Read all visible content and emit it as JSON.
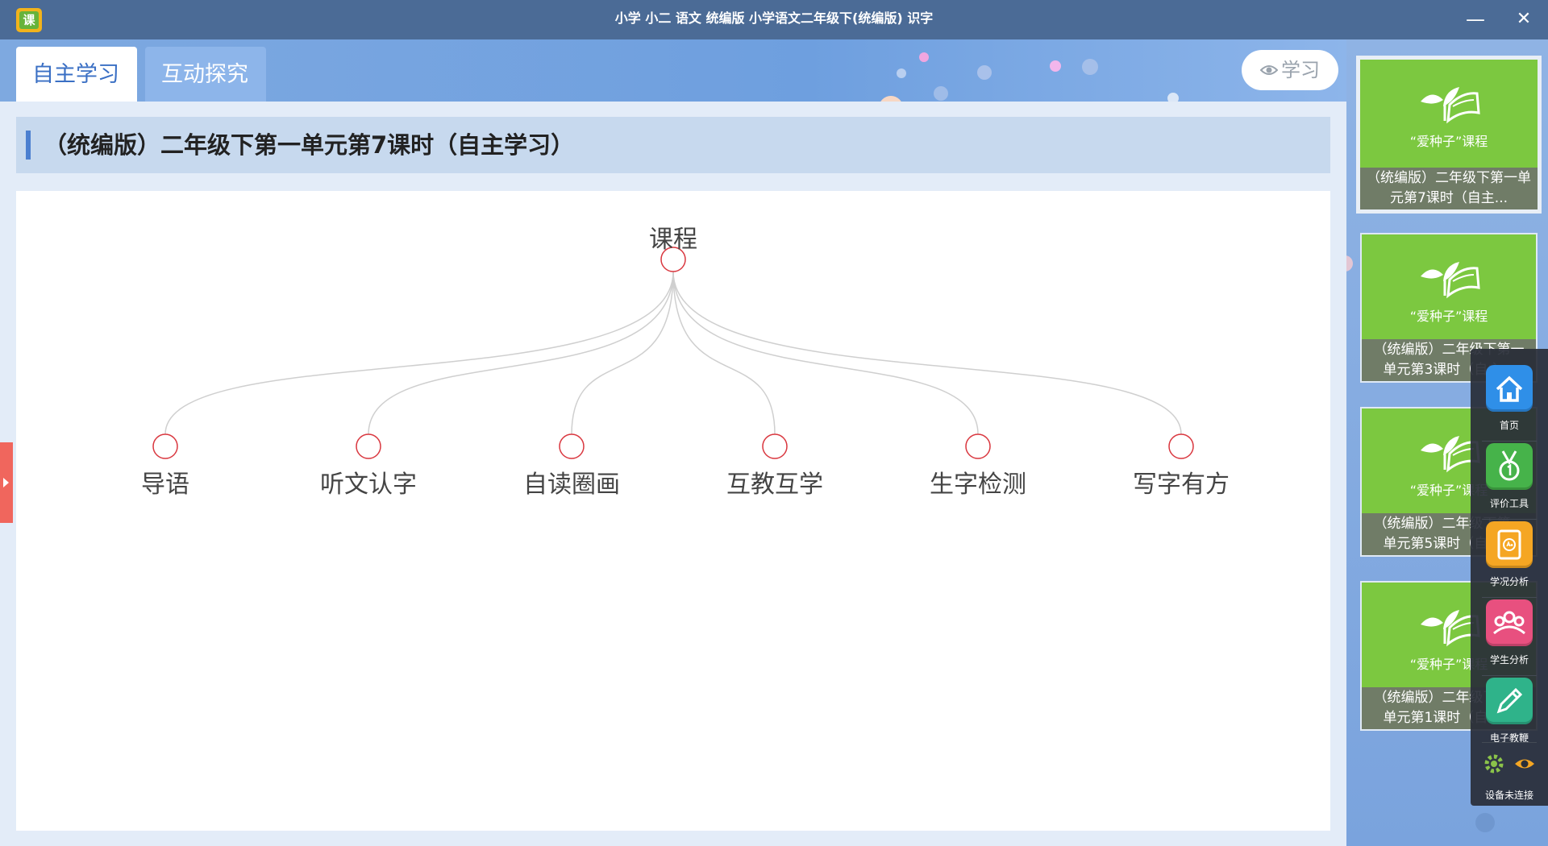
{
  "window": {
    "title": "小学 小二 语文 统编版 小学语文二年级下(统编版) 识字",
    "app_icon_char": "课",
    "minimize": "—",
    "close": "✕"
  },
  "tabs": [
    {
      "label": "自主学习",
      "active": true
    },
    {
      "label": "互动探究",
      "active": false
    }
  ],
  "learn_button": {
    "label": "学习"
  },
  "lesson": {
    "title": "（统编版）二年级下第一单元第7课时（自主学习）"
  },
  "mindmap": {
    "root": "课程",
    "children": [
      "导语",
      "听文认字",
      "自读圈画",
      "互教互学",
      "生字检测",
      "写字有方"
    ],
    "node_color": "#d9363e",
    "edge_color": "#cfcfcf"
  },
  "course_list": [
    {
      "brand": "“爱种子”课程",
      "caption": "（统编版）二年级下第一单元第7课时（自主..."
    },
    {
      "brand": "“爱种子”课程",
      "caption": "（统编版）二年级下第一单元第3课时（自主..."
    },
    {
      "brand": "“爱种子”课程",
      "caption": "（统编版）二年级下第一单元第5课时（自主..."
    },
    {
      "brand": "“爱种子”课程",
      "caption": "（统编版）二年级下第一单元第1课时（自主..."
    }
  ],
  "toolbar": {
    "items": [
      {
        "label": "首页",
        "icon": "home-icon",
        "color": "#2f8fe8"
      },
      {
        "label": "评价工具",
        "icon": "medal-icon",
        "color": "#46b34a"
      },
      {
        "label": "学况分析",
        "icon": "report-icon",
        "color": "#f5a623"
      },
      {
        "label": "学生分析",
        "icon": "students-icon",
        "color": "#e8507f"
      },
      {
        "label": "电子教鞭",
        "icon": "pen-icon",
        "color": "#2fb38a"
      }
    ],
    "device_status": "设备未连接"
  },
  "colors": {
    "titlebar": "#4b6b96",
    "tab_active_text": "#3a6fc4",
    "card_green": "#7cc840"
  }
}
